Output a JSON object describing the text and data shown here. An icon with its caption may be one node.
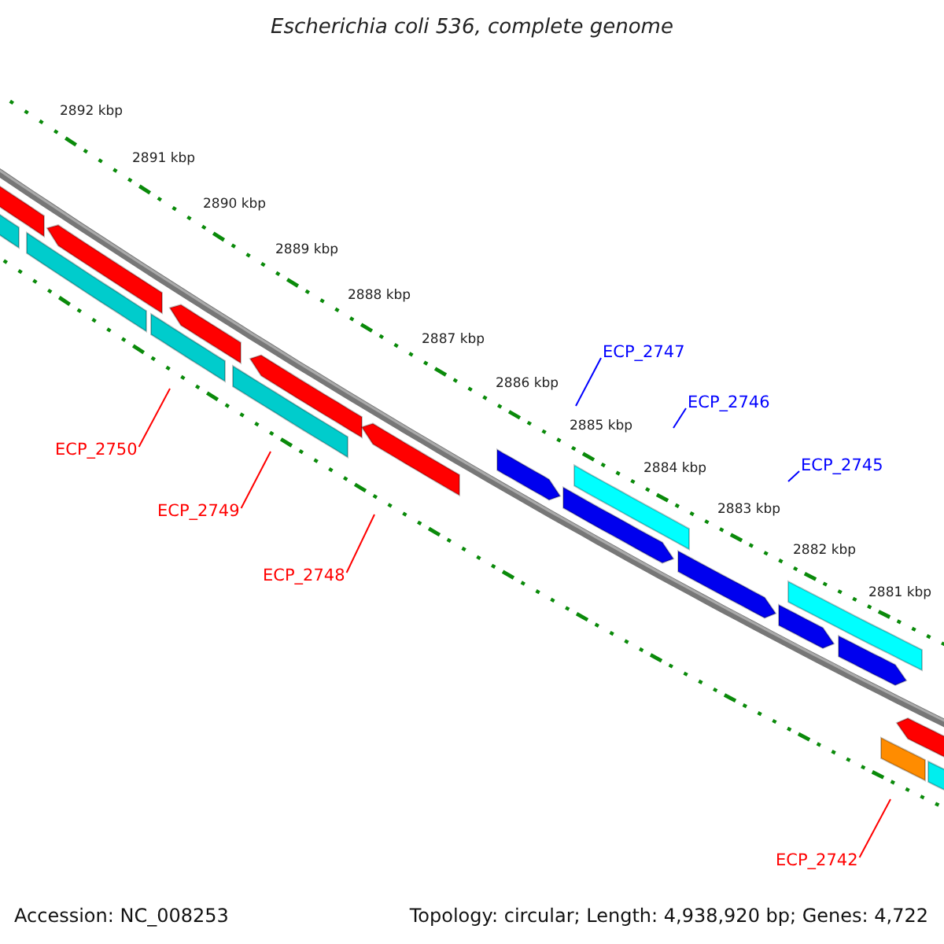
{
  "diagram": {
    "title": "Escherichia coli 536, complete genome",
    "nodes": [
      {
        "text": [
          "ECP_2747"
        ]
      },
      {
        "text": [
          "ECP_2746"
        ]
      },
      {
        "text": [
          "ECP_2750"
        ]
      },
      {
        "text": [
          "ECP_2745"
        ]
      },
      {
        "text": [
          "ECP_2749"
        ]
      },
      {
        "text": [
          "ECP_2748"
        ]
      },
      {
        "text": [
          "ECP_2742"
        ]
      }
    ],
    "edges": [
      {
        "from": 0,
        "to": null,
        "arrow": "none",
        "color": "#0000ff"
      },
      {
        "from": 1,
        "to": null,
        "arrow": "none",
        "color": "#0000ff"
      },
      {
        "from": 2,
        "to": null,
        "arrow": "none"
      },
      {
        "from": 3,
        "to": null,
        "arrow": "none",
        "color": "#0000ff"
      },
      {
        "from": 4,
        "to": null,
        "arrow": "none"
      },
      {
        "from": 5,
        "to": null,
        "arrow": "none"
      },
      {
        "from": 6,
        "to": null,
        "arrow": "none"
      }
    ],
    "labels": [
      "2892 kbp",
      "2891 kbp",
      "2890 kbp",
      "2889 kbp",
      "2888 kbp",
      "2887 kbp",
      "2886 kbp",
      "2885 kbp",
      "2884 kbp",
      "2883 kbp",
      "2882 kbp",
      "2881 kbp",
      "Accession: NC_008253",
      "Topology: circular; Length: 4,938,920 bp; Genes: 4,722"
    ]
  }
}
